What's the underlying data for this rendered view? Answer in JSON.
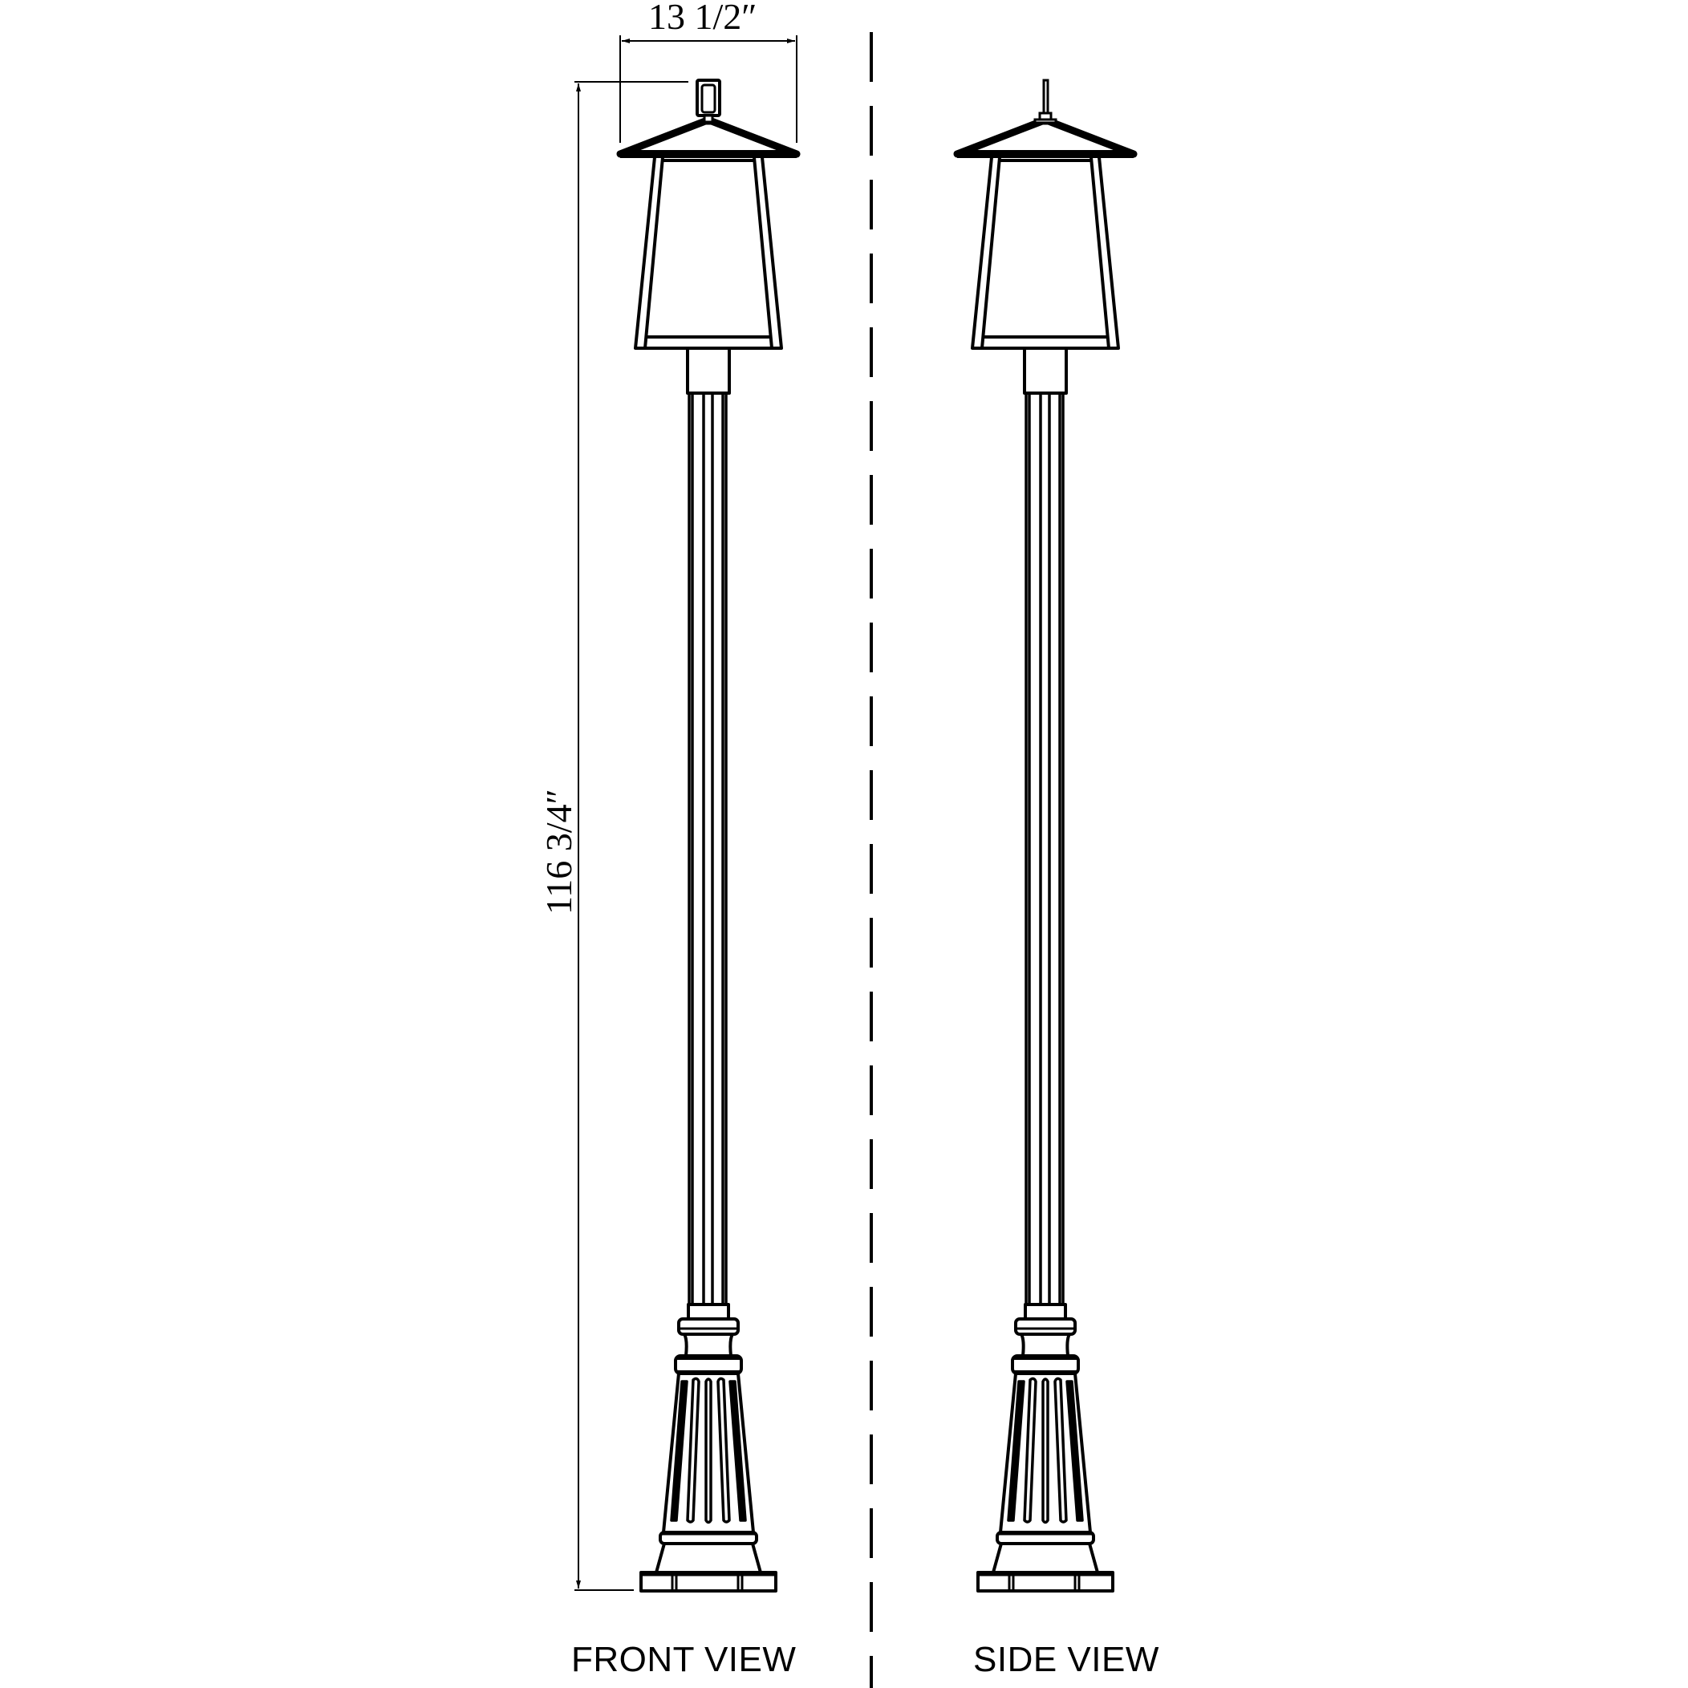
{
  "drawing": {
    "subject": "Outdoor post-mount lantern on fluted pole with decorative base",
    "line_color": "#000000",
    "background": "#ffffff"
  },
  "dimensions": {
    "width_label": "13  1/2″",
    "height_label": "116  3/4″"
  },
  "views": [
    {
      "id": "front",
      "label": "FRONT VIEW"
    },
    {
      "id": "side",
      "label": "SIDE VIEW"
    }
  ]
}
